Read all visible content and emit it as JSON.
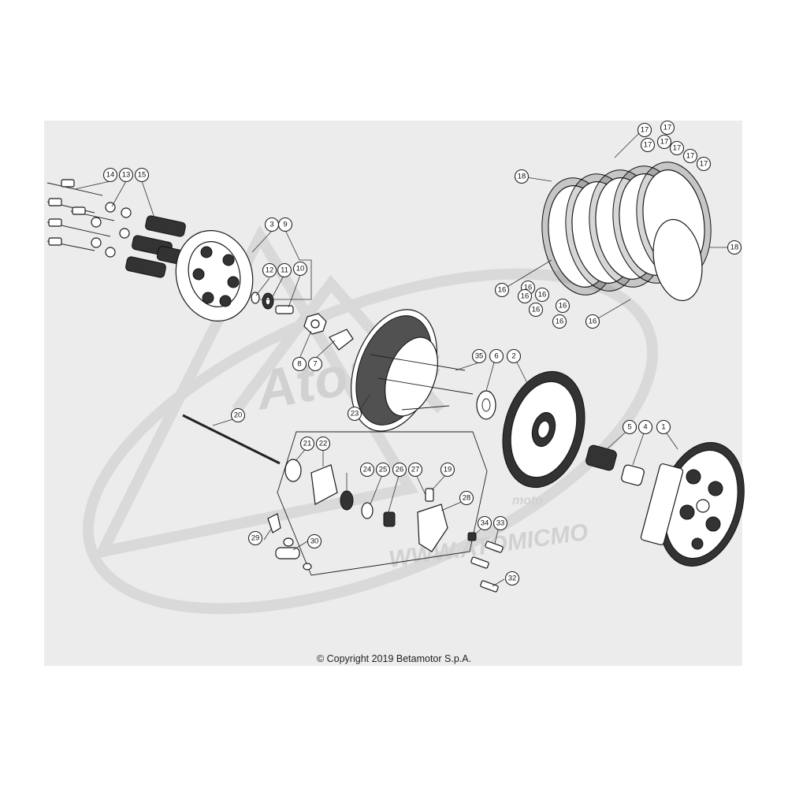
{
  "copyright": "© Copyright 2019 Betamotor S.p.A.",
  "watermark": {
    "brand": "Atomic",
    "sub": "moto",
    "url": "WWW.ATOMICMO"
  },
  "callouts": [
    {
      "id": "c1",
      "label": "1"
    },
    {
      "id": "c2",
      "label": "2"
    },
    {
      "id": "c3",
      "label": "3"
    },
    {
      "id": "c4",
      "label": "4"
    },
    {
      "id": "c5",
      "label": "5"
    },
    {
      "id": "c6",
      "label": "6"
    },
    {
      "id": "c7",
      "label": "7"
    },
    {
      "id": "c8",
      "label": "8"
    },
    {
      "id": "c9",
      "label": "9"
    },
    {
      "id": "c10",
      "label": "10"
    },
    {
      "id": "c11",
      "label": "11"
    },
    {
      "id": "c12",
      "label": "12"
    },
    {
      "id": "c13",
      "label": "13"
    },
    {
      "id": "c14",
      "label": "14"
    },
    {
      "id": "c15",
      "label": "15"
    },
    {
      "id": "c16a",
      "label": "16"
    },
    {
      "id": "c16b",
      "label": "16"
    },
    {
      "id": "c16c",
      "label": "16"
    },
    {
      "id": "c16d",
      "label": "16"
    },
    {
      "id": "c16e",
      "label": "16"
    },
    {
      "id": "c16f",
      "label": "16"
    },
    {
      "id": "c16g",
      "label": "16"
    },
    {
      "id": "c16h",
      "label": "16"
    },
    {
      "id": "c17a",
      "label": "17"
    },
    {
      "id": "c17b",
      "label": "17"
    },
    {
      "id": "c17c",
      "label": "17"
    },
    {
      "id": "c17d",
      "label": "17"
    },
    {
      "id": "c17e",
      "label": "17"
    },
    {
      "id": "c17f",
      "label": "17"
    },
    {
      "id": "c17g",
      "label": "17"
    },
    {
      "id": "c18a",
      "label": "18"
    },
    {
      "id": "c18b",
      "label": "18"
    },
    {
      "id": "c19",
      "label": "19"
    },
    {
      "id": "c20",
      "label": "20"
    },
    {
      "id": "c21",
      "label": "21"
    },
    {
      "id": "c22",
      "label": "22"
    },
    {
      "id": "c23",
      "label": "23"
    },
    {
      "id": "c24",
      "label": "24"
    },
    {
      "id": "c25",
      "label": "25"
    },
    {
      "id": "c26",
      "label": "26"
    },
    {
      "id": "c27",
      "label": "27"
    },
    {
      "id": "c28",
      "label": "28"
    },
    {
      "id": "c29",
      "label": "29"
    },
    {
      "id": "c30",
      "label": "30"
    },
    {
      "id": "c32",
      "label": "32"
    },
    {
      "id": "c33",
      "label": "33"
    },
    {
      "id": "c34",
      "label": "34"
    },
    {
      "id": "c35",
      "label": "35"
    }
  ]
}
